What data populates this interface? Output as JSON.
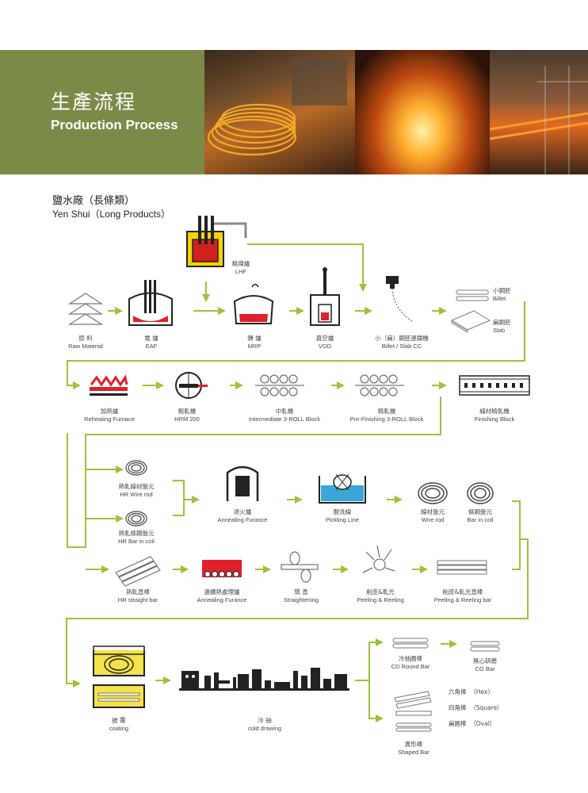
{
  "header": {
    "title_zh": "生產流程",
    "title_en": "Production Process"
  },
  "section": {
    "title_zh": "鹽水廠（長條類）",
    "title_en": "Yen Shui（Long Products）"
  },
  "colors": {
    "banner_green": "#7b8a47",
    "arrow_green": "#9cc23a",
    "steel_red": "#e0202a",
    "coating_yellow": "#f6e24a",
    "pickling_blue": "#3aa7d8"
  },
  "steps": {
    "lhf": {
      "zh": "精煉爐",
      "en": "LHF"
    },
    "raw": {
      "zh": "原 料",
      "en": "Raw Material"
    },
    "eaf": {
      "zh": "電 爐",
      "en": "EAF"
    },
    "mrp": {
      "zh": "轉 爐",
      "en": "MRP"
    },
    "vod": {
      "zh": "真空爐",
      "en": "VOD"
    },
    "cc": {
      "zh": "小（扁）鋼胚連鑄機",
      "en": "Billet / Slab CC"
    },
    "billet": {
      "zh": "小鋼胚",
      "en": "Billet"
    },
    "slab": {
      "zh": "扁鋼胚",
      "en": "Slab"
    },
    "reheat": {
      "zh": "加熱爐",
      "en": "Reheating Furnace"
    },
    "hrm": {
      "zh": "粗軋機",
      "en": "HRM 200"
    },
    "intermediate": {
      "zh": "中軋機",
      "en": "Intermediate 3-ROLL Block"
    },
    "prefinish": {
      "zh": "精軋機",
      "en": "Pre-Finishing 3-ROLL Block"
    },
    "finishing": {
      "zh": "線材精軋機",
      "en": "Finishing Block"
    },
    "hrwire": {
      "zh": "熱軋線材盤元",
      "en": "HR Wire rod"
    },
    "hrbarcoil": {
      "zh": "熱軋條鋼盤元",
      "en": "HR Bar in coil"
    },
    "annealing1": {
      "zh": "退火爐",
      "en": "Annealing Furance"
    },
    "pickling": {
      "zh": "酸洗線",
      "en": "Pickling Line"
    },
    "wirerod": {
      "zh": "線材盤元",
      "en": "Wire rod"
    },
    "barcoil": {
      "zh": "條鋼盤元",
      "en": "Bar in coil"
    },
    "hrstraight": {
      "zh": "熱軋直棒",
      "en": "HR straight bar"
    },
    "annealing2": {
      "zh": "連續熱處理爐",
      "en": "Annealing Furance"
    },
    "straightening": {
      "zh": "矯 直",
      "en": "Straightening"
    },
    "peeling": {
      "zh": "削皮&軋光",
      "en": "Peeling & Reeling"
    },
    "peelingbar": {
      "zh": "削皮&軋光直棒",
      "en": "Peeling & Reeling bar"
    },
    "coating": {
      "zh": "披 覆",
      "en": "coating"
    },
    "colddrawing": {
      "zh": "冷 抽",
      "en": "cold drawing"
    },
    "cdround": {
      "zh": "冷抽圓棒",
      "en": "CD Round Bar"
    },
    "cgbar": {
      "zh": "無心研磨",
      "en": "CG Bar"
    },
    "hex": {
      "zh": "六角棒",
      "en": "（Hex）"
    },
    "square": {
      "zh": "四角棒",
      "en": "（Square）"
    },
    "oval": {
      "zh": "扁圓棒",
      "en": "（Oval）"
    },
    "shaped": {
      "zh": "異形棒",
      "en": "Shaped Bar"
    }
  }
}
